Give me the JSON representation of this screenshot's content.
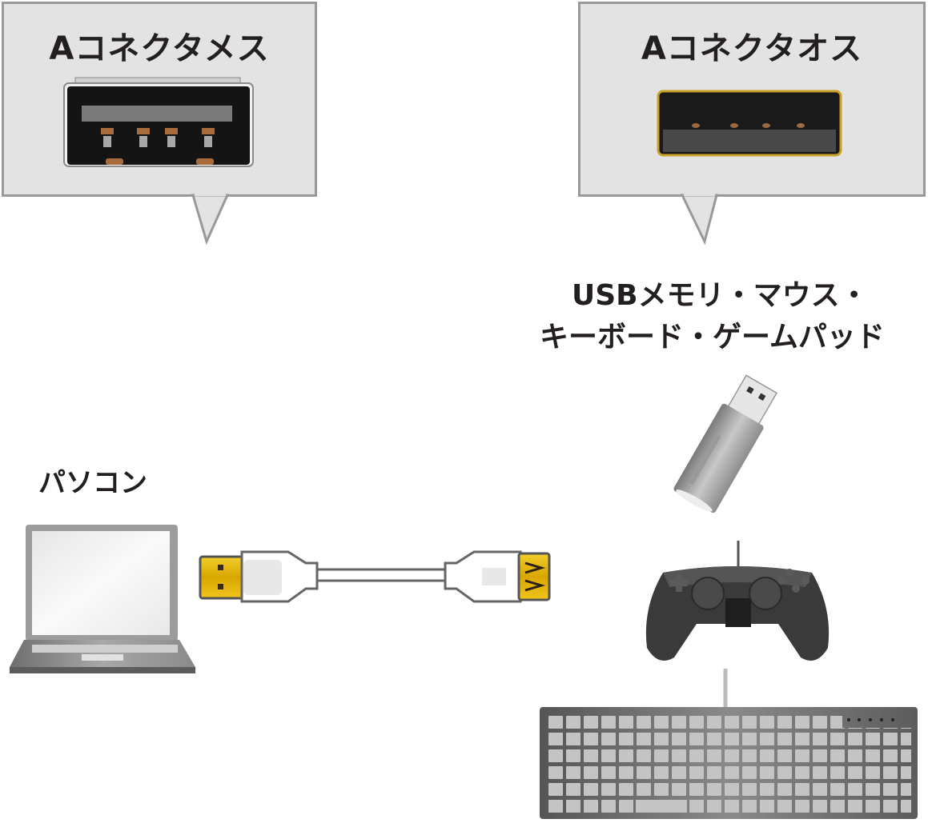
{
  "bubbles": {
    "female": {
      "title": "Aコネクタメス"
    },
    "male": {
      "title": "Aコネクタオス"
    }
  },
  "labels": {
    "devices_line1": "USBメモリ・マウス・",
    "devices_line2": "キーボード・ゲームパッド",
    "pc": "パソコン"
  },
  "colors": {
    "bubble_fill": "#e3e3e3",
    "bubble_border": "#999999",
    "gold": "#e2b400",
    "text": "#231f20"
  }
}
